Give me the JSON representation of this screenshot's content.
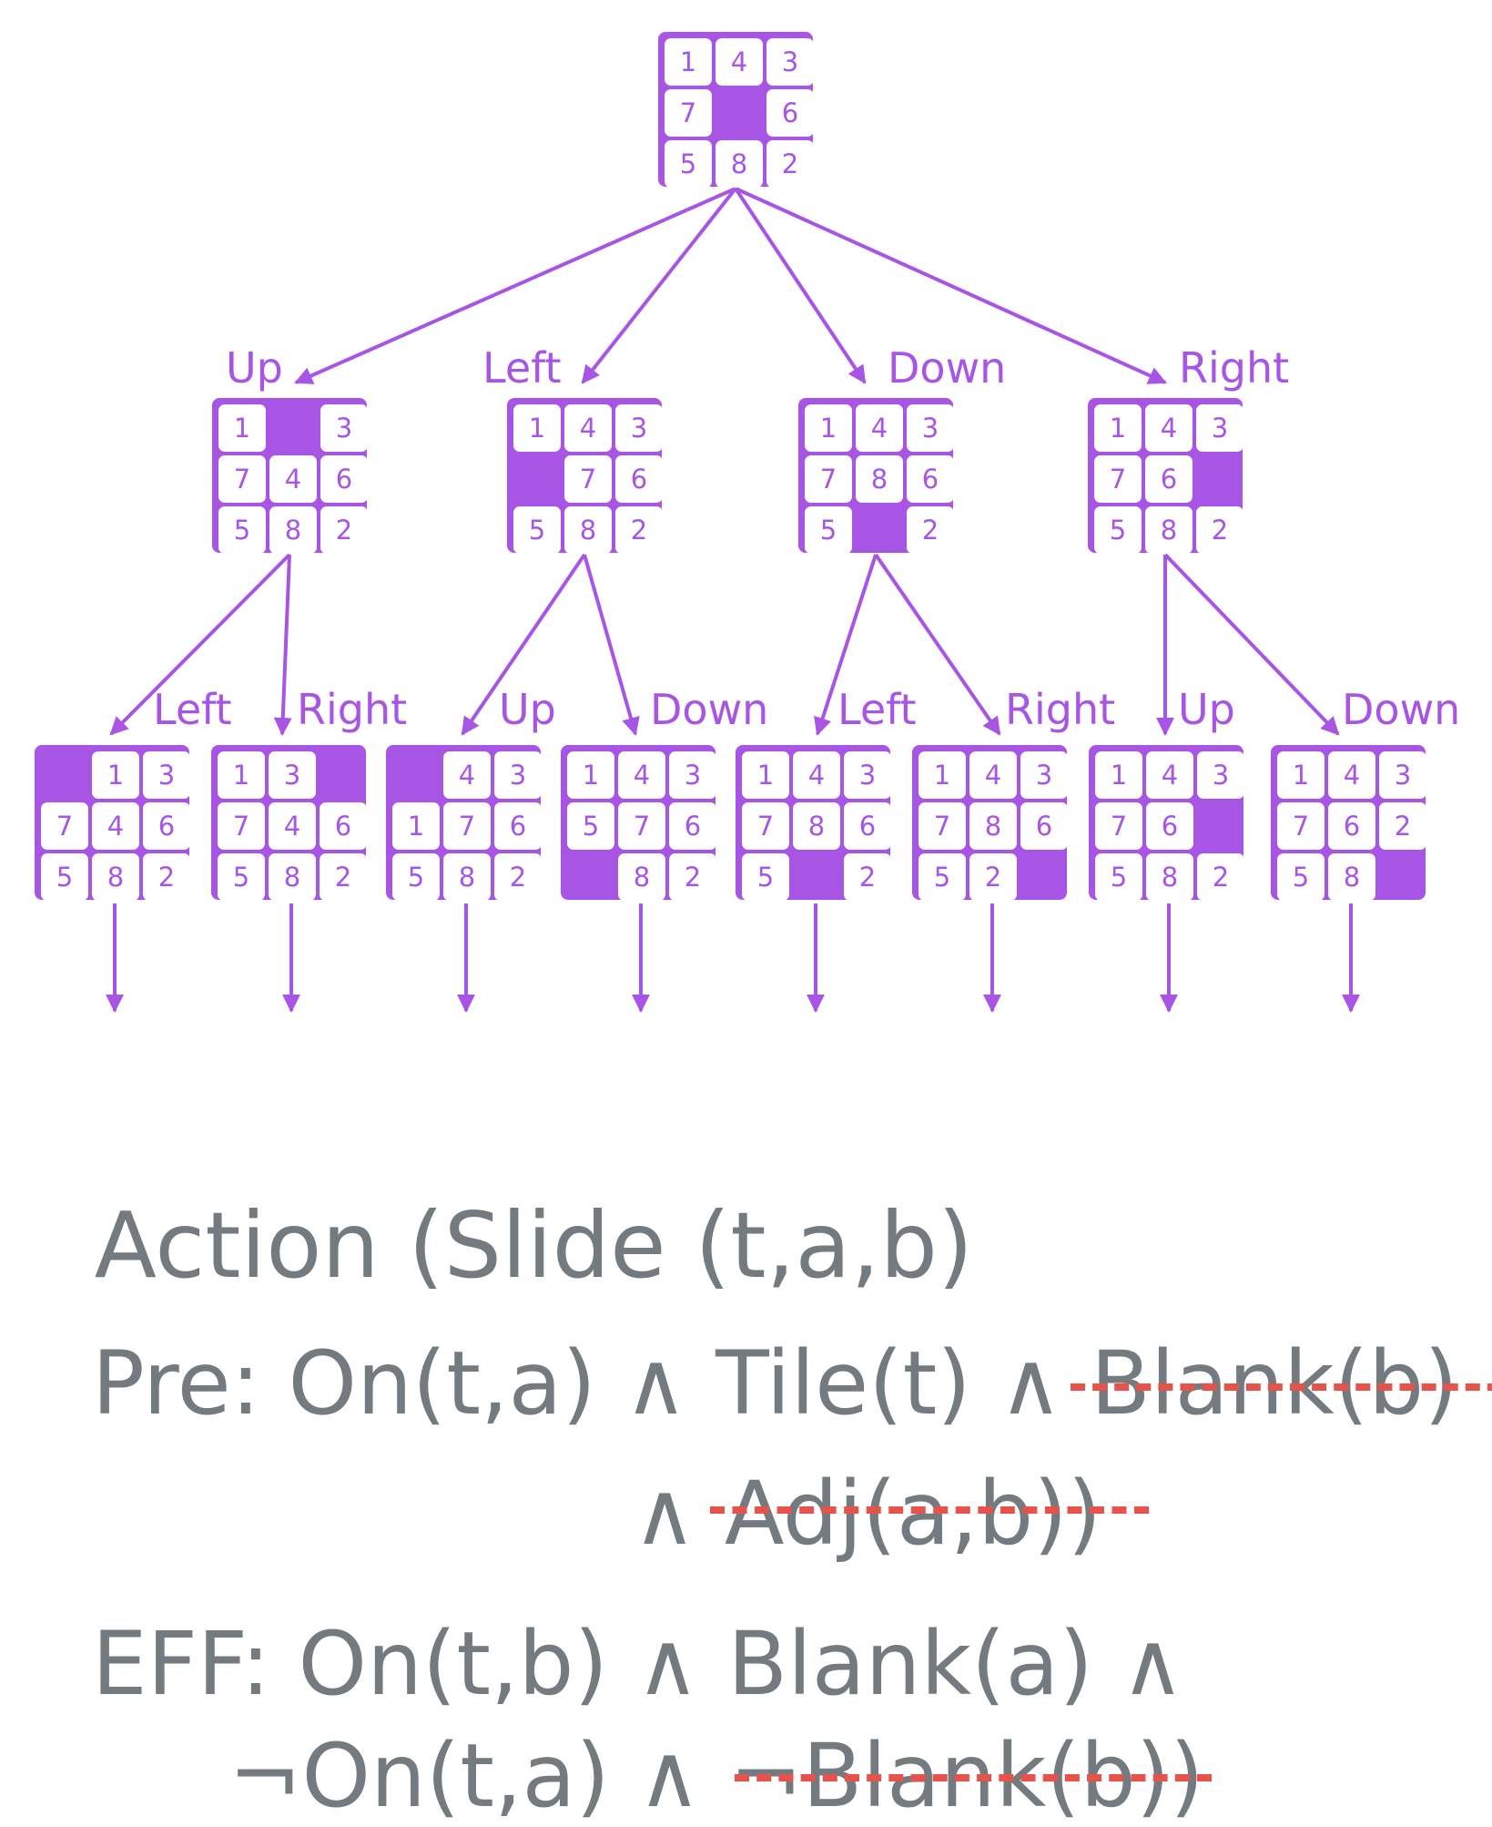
{
  "diagram": {
    "colors": {
      "accent": "#a855e6",
      "text": "#737a80",
      "strike": "#e5534b"
    },
    "root": {
      "tiles": [
        "1",
        "4",
        "3",
        "7",
        "",
        "6",
        "5",
        "8",
        "2"
      ]
    },
    "level1": [
      {
        "label": "Up",
        "tiles": [
          "1",
          "",
          "3",
          "7",
          "4",
          "6",
          "5",
          "8",
          "2"
        ]
      },
      {
        "label": "Left",
        "tiles": [
          "1",
          "4",
          "3",
          "",
          "7",
          "6",
          "5",
          "8",
          "2"
        ]
      },
      {
        "label": "Down",
        "tiles": [
          "1",
          "4",
          "3",
          "7",
          "8",
          "6",
          "5",
          "",
          "2"
        ]
      },
      {
        "label": "Right",
        "tiles": [
          "1",
          "4",
          "3",
          "7",
          "6",
          "",
          "5",
          "8",
          "2"
        ]
      }
    ],
    "level2": [
      {
        "label": "Left",
        "tiles": [
          "",
          "1",
          "3",
          "7",
          "4",
          "6",
          "5",
          "8",
          "2"
        ]
      },
      {
        "label": "Right",
        "tiles": [
          "1",
          "3",
          "",
          "7",
          "4",
          "6",
          "5",
          "8",
          "2"
        ]
      },
      {
        "label": "Up",
        "tiles": [
          "",
          "4",
          "3",
          "1",
          "7",
          "6",
          "5",
          "8",
          "2"
        ]
      },
      {
        "label": "Down",
        "tiles": [
          "1",
          "4",
          "3",
          "5",
          "7",
          "6",
          "",
          "8",
          "2"
        ]
      },
      {
        "label": "Left",
        "tiles": [
          "1",
          "4",
          "3",
          "7",
          "8",
          "6",
          "5",
          "",
          "2"
        ]
      },
      {
        "label": "Right",
        "tiles": [
          "1",
          "4",
          "3",
          "7",
          "8",
          "6",
          "5",
          "2",
          ""
        ]
      },
      {
        "label": "Up",
        "tiles": [
          "1",
          "4",
          "3",
          "7",
          "6",
          "",
          "5",
          "8",
          "2"
        ]
      },
      {
        "label": "Down",
        "tiles": [
          "1",
          "4",
          "3",
          "7",
          "6",
          "2",
          "5",
          "8",
          ""
        ]
      }
    ]
  },
  "formula": {
    "action": "Action (Slide (t,a,b)",
    "pre_prefix": "Pre: On(t,a) ∧ Tile(t) ∧ ",
    "pre_struck": "Blank(b)",
    "pre2_prefix": "∧ ",
    "pre2_struck": "Adj(a,b))",
    "eff1": "EFF: On(t,b) ∧ Blank(a) ∧",
    "eff2_prefix": "¬On(t,a) ∧ ",
    "eff2_struck": "¬Blank(b))"
  }
}
